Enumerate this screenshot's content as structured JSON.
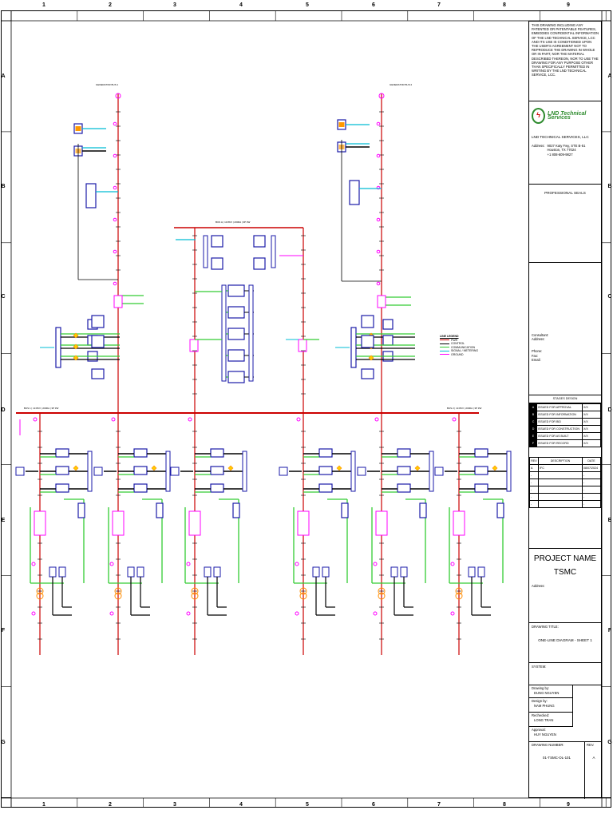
{
  "sheet": {
    "column_zones": [
      "1",
      "2",
      "3",
      "4",
      "5",
      "6",
      "7",
      "8",
      "9"
    ],
    "row_zones": [
      "A",
      "B",
      "C",
      "D",
      "E",
      "F",
      "G"
    ]
  },
  "bus_labels": {
    "top_left": "GENERATOR BUS 1",
    "top_right": "GENERATOR BUS 2",
    "center_top": "BUS A | 13.8KV | 2000A | 3P 3W",
    "main_left": "BUS 1 | 13.8KV | 2000A | 3P 3W",
    "main_right": "BUS 2 | 13.8KV | 2000A | 3P 3W"
  },
  "legend": {
    "title": "LINE LEGEND",
    "items": [
      {
        "label": "PWR",
        "color": "#cc0000"
      },
      {
        "label": "CONTROL",
        "color": "#000000"
      },
      {
        "label": "COMMUNICATION",
        "color": "#33cc33"
      },
      {
        "label": "SIGNAL / METERING",
        "color": "#00bcd4"
      },
      {
        "label": "GROUND",
        "color": "#ff00ff"
      }
    ]
  },
  "title_block": {
    "disclaimer": "THIS DRAWING INCLUDING ANY PATENTED OR PATENTABLE FEATURES, EMBODIES CONFIDENTIAL INFORMATION OF THE LND TECHNICAL SERVICE, LCC AND ITS USE IS CONDITIONED UPON THE USER'S AGREEMENT NOT TO REPRODUCE THE DRAWING IN WHOLE OR IN PART, NOR THE MATERIAL DESCRIBED THEREON, NOR TO USE THE DRAWING FOR ANY PURPOSE OTHER THAN SPECIFICALLY PERMITTED IN WRITING BY THE LND TECHNICAL SERVICE, LCC.",
    "logo_mark": "ϟ",
    "logo_text": "LND Technical Services",
    "company": "LND TECHNICAL SERVICES, LLC",
    "address_label": "Address:",
    "address_lines": [
      "9027 Katy Fwy, STE B-51",
      "Houston, TX 77024",
      "+1 808-609-9827"
    ],
    "seals_title": "PROFESSIONAL SEALS",
    "consultant_label": "Consultant:",
    "consultant_address_label": "Address:",
    "phone_label": "Phone:",
    "fax_label": "Fax:",
    "email_label": "Email:",
    "issued_title": "STAGES DESIGN",
    "stages": [
      {
        "code": "A",
        "desc": "ISSUED FOR APPROVAL",
        "val": "X/X"
      },
      {
        "code": "B",
        "desc": "ISSUED FOR INFORMATION",
        "val": "X/X"
      },
      {
        "code": "C",
        "desc": "ISSUED FOR BID",
        "val": "X/X"
      },
      {
        "code": "D",
        "desc": "ISSUED FOR CONSTRUCTION",
        "val": "X/X"
      },
      {
        "code": "E",
        "desc": "ISSUED FOR AS BUILT",
        "val": "X/X"
      },
      {
        "code": "F",
        "desc": "ISSUED FOR RECORD",
        "val": "X/X"
      }
    ],
    "rev_headers": [
      "REV",
      "DESCRIPTION",
      "DATE"
    ],
    "revisions": [
      {
        "rev": "A",
        "desc": "IFC",
        "date": "08/07/2024"
      },
      {
        "rev": "-",
        "desc": "",
        "date": "-"
      },
      {
        "rev": "-",
        "desc": "",
        "date": "-"
      },
      {
        "rev": "-",
        "desc": "",
        "date": "-"
      },
      {
        "rev": "-",
        "desc": "",
        "date": "-"
      },
      {
        "rev": "-",
        "desc": "",
        "date": "-"
      }
    ],
    "project_name_label": "PROJECT NAME",
    "project_name": "TSMC",
    "project_address_label": "Address:",
    "drawing_title_label": "DRAWING TITLE:",
    "drawing_title": "ONE-LINE DIAGRAM - SHEET 1",
    "system_label": "SYSTEM:",
    "drawn_by_label": "Drawing by:",
    "drawn_by": "DUNG NGUYEN",
    "design_by_label": "Design by:",
    "design_by": "NAM PHUNG",
    "checked_label": "Rechecked:",
    "checked_by": "LONG TRAN",
    "approval_label": "Approval:",
    "approval_by": "HUY NGUYEN",
    "drawing_number_label": "DRAWING NUMBER:",
    "drawing_number": "01-TSMC-OL-101",
    "rev_label": "REV.",
    "rev_value": "A"
  },
  "colors": {
    "power": "#cc0000",
    "control": "#000000",
    "comm": "#33cc33",
    "signal": "#00bcd4",
    "ground": "#ff00ff",
    "equipment": "#1a1aa8",
    "relay": "#ff8c00"
  }
}
